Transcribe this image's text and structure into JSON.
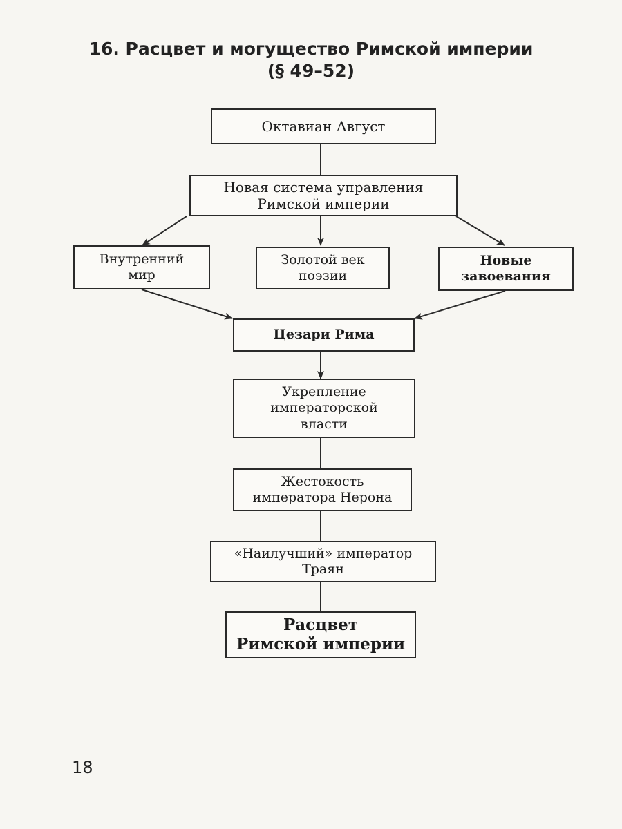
{
  "page": {
    "title_line1": "16. Расцвет и могущество Римской империи",
    "title_line2": "(§ 49–52)",
    "page_number": "18"
  },
  "diagram": {
    "nodes": {
      "octavian": {
        "lines": [
          "Октавиан Август"
        ]
      },
      "new_system": {
        "lines": [
          "Новая система управления",
          "Римской империи"
        ]
      },
      "internal_peace": {
        "lines": [
          "Внутренний",
          "мир"
        ]
      },
      "golden_age": {
        "lines": [
          "Золотой век",
          "поэзии"
        ]
      },
      "new_conquests": {
        "lines": [
          "Новые",
          "завоевания"
        ]
      },
      "caesars": {
        "lines": [
          "Цезари Рима"
        ]
      },
      "strengthening": {
        "lines": [
          "Укрепление",
          "императорской",
          "власти"
        ]
      },
      "nero": {
        "lines": [
          "Жестокость",
          "императора Нерона"
        ]
      },
      "trajan": {
        "lines": [
          "«Наилучший» император",
          "Траян"
        ]
      },
      "flourishing": {
        "lines": [
          "Расцвет",
          "Римской империи"
        ]
      }
    },
    "edges": [
      {
        "from": "octavian",
        "to": "new_system",
        "arrow": false
      },
      {
        "from": "new_system",
        "to": "internal_peace",
        "arrow": true
      },
      {
        "from": "new_system",
        "to": "golden_age",
        "arrow": true
      },
      {
        "from": "new_system",
        "to": "new_conquests",
        "arrow": true
      },
      {
        "from": "internal_peace",
        "to": "caesars",
        "arrow": true
      },
      {
        "from": "new_conquests",
        "to": "caesars",
        "arrow": true
      },
      {
        "from": "caesars",
        "to": "strengthening",
        "arrow": true
      },
      {
        "from": "strengthening",
        "to": "nero",
        "arrow": false
      },
      {
        "from": "nero",
        "to": "trajan",
        "arrow": false
      },
      {
        "from": "trajan",
        "to": "flourishing",
        "arrow": false
      }
    ]
  }
}
